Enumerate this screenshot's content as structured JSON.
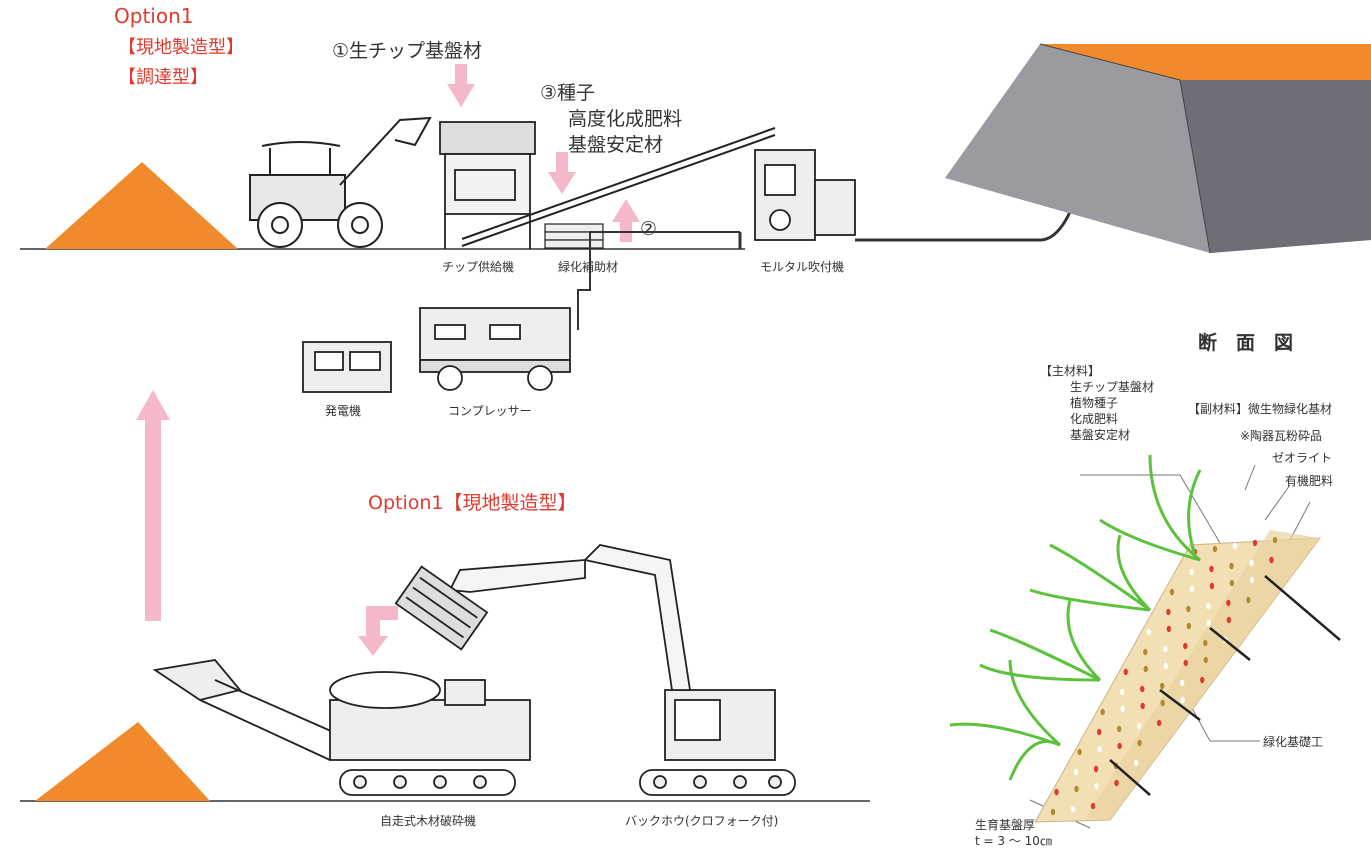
{
  "top": {
    "option_line": "Option1",
    "type_a": "【現地製造型】",
    "type_b": "【調達型】",
    "step1": "①生チップ基盤材",
    "step3_title": "③種子",
    "step3_line2": "高度化成肥料",
    "step3_line3": "基盤安定材",
    "step2": "②",
    "machines": {
      "chip_feeder": "チップ供給機",
      "aux_material": "緑化補助材",
      "mortar_sprayer": "モルタル吹付機",
      "generator": "発電機",
      "compressor": "コンプレッサー"
    }
  },
  "bottom": {
    "option_label": "Option1【現地製造型】",
    "crusher": "自走式木材破砕機",
    "backhoe": "バックホウ(クロフォーク付)"
  },
  "section": {
    "title": "断　面　図",
    "main_header": "【主材料】",
    "main_items": [
      "生チップ基盤材",
      "植物種子",
      "化成肥料",
      "基盤安定材"
    ],
    "sub_header": "【副材料】微生物緑化基材",
    "sub_items": [
      "※陶器瓦粉砕品",
      "ゼオライト",
      "有機肥料"
    ],
    "foundation": "緑化基礎工",
    "thickness_label": "生育基盤厚",
    "thickness_value": "t = 3 ～ 10㎝"
  },
  "colors": {
    "soil": "#f08a2c",
    "arrow": "#f4b8c8",
    "slope": "#8a8a90",
    "mat": "#f3dfb4",
    "grass": "#5cc23b",
    "text_red": "#e03a2f"
  }
}
